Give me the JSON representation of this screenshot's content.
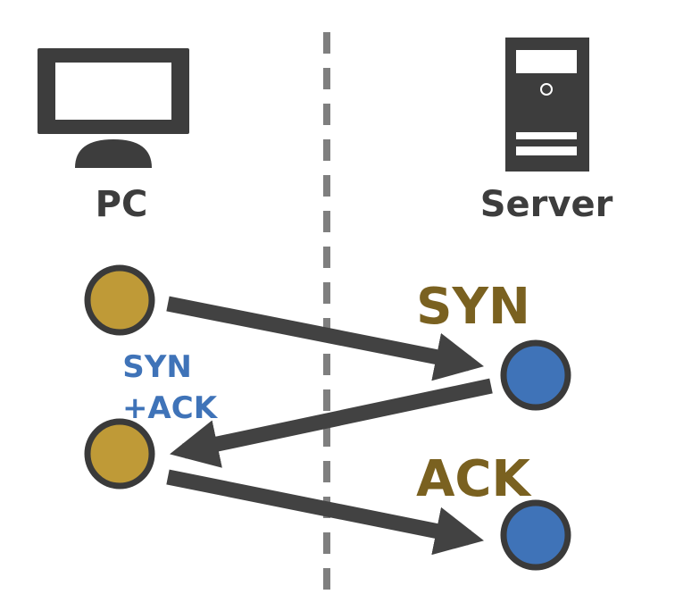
{
  "colors": {
    "background": "#ffffff",
    "icon": "#3d3d3d",
    "divider": "#7f7f7f",
    "arrow": "#424242",
    "pc_node": "#bf9a37",
    "server_node": "#3f73b8",
    "node_outline": "#3a3a3a",
    "message_label_gold": "#7a6120",
    "message_label_blue": "#3f73b8",
    "host_label": "#3d3d3d"
  },
  "hosts": {
    "client": {
      "label": "PC",
      "icon": "monitor-icon"
    },
    "server": {
      "label": "Server",
      "icon": "server-tower-icon"
    }
  },
  "messages": {
    "syn": {
      "label": "SYN",
      "direction": "PC → Server"
    },
    "syn_ack": {
      "line1": "SYN",
      "line2": "+ACK",
      "direction": "Server → PC"
    },
    "ack": {
      "label": "ACK",
      "direction": "PC → Server"
    }
  }
}
